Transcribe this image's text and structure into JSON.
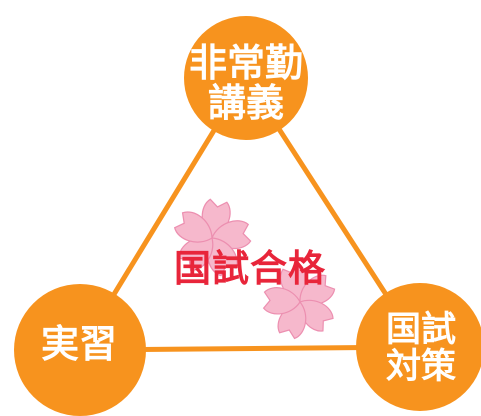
{
  "nodes": {
    "top": {
      "label": "非常勤\n講義"
    },
    "left": {
      "label": "実習"
    },
    "right": {
      "label": "国試\n対策"
    }
  },
  "center": {
    "label": "国試合格"
  },
  "colors": {
    "node_fill": "#f7931e",
    "connector": "#f7931e",
    "node_text": "#ffffff",
    "center_text": "#e8253a",
    "petal_fill": "#f6b8cc",
    "petal_stroke": "#ec8fb0"
  },
  "decorations": {
    "flower": "sakura-blossom-icon"
  }
}
